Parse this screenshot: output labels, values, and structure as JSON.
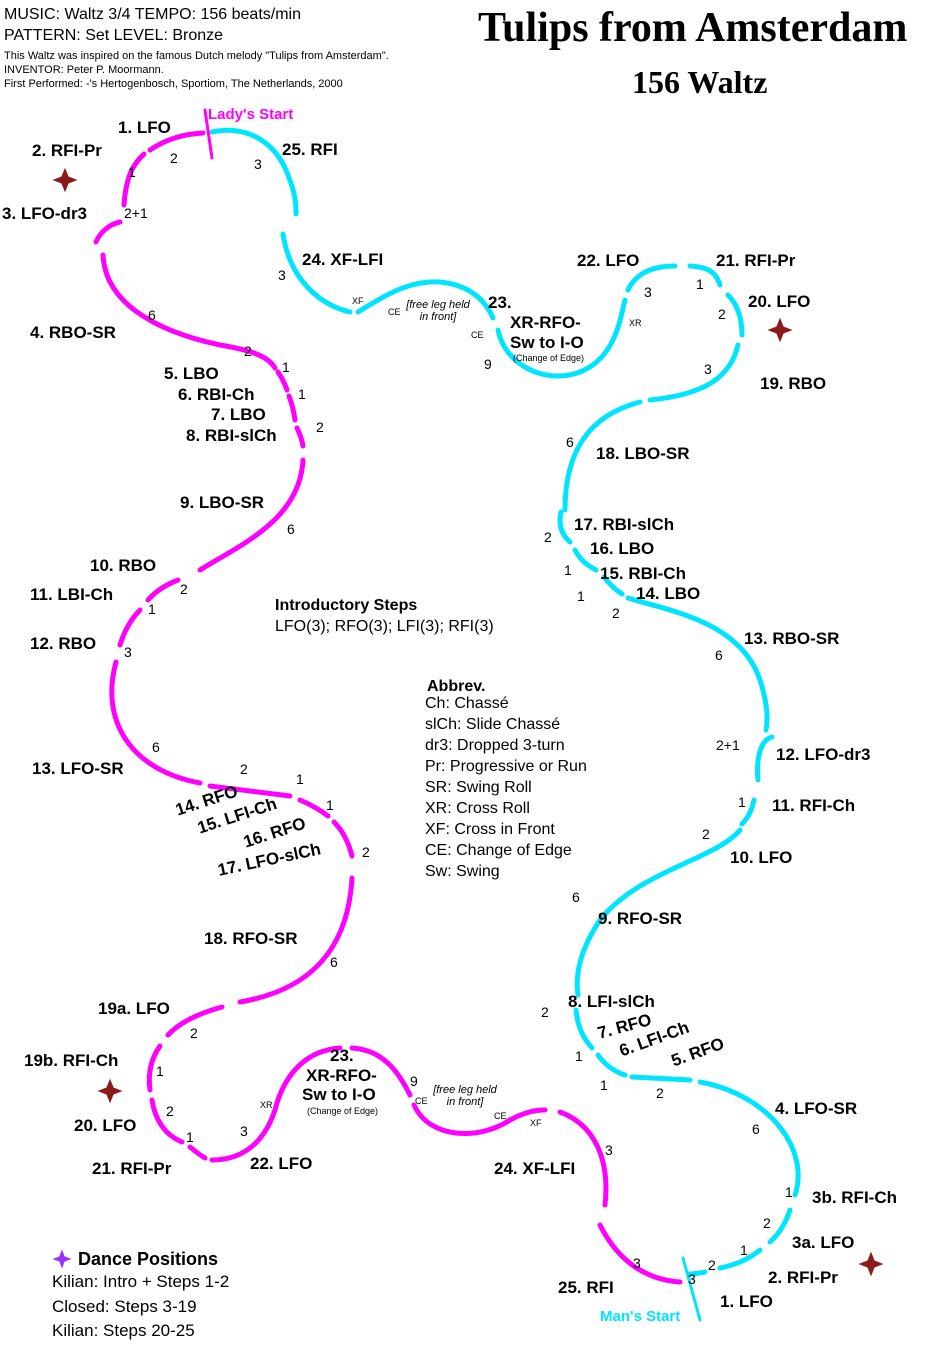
{
  "header": {
    "line1": "MUSIC: Waltz 3/4    TEMPO: 156 beats/min",
    "line2": "PATTERN: Set    LEVEL: Bronze",
    "line3": "This Waltz was inspired on the famous Dutch melody \"Tulips from Amsterdam\".",
    "line4": "INVENTOR: Peter P. Moormann.",
    "line5": "First Performed: -'s Hertogenbosch, Sportiom, The Netherlands, 2000"
  },
  "title": {
    "main": "Tulips from Amsterdam",
    "sub": "156 Waltz"
  },
  "starts": {
    "lady": "Lady's Start",
    "man": "Man's Start"
  },
  "colors": {
    "lady": "#ff00ff",
    "man": "#00e5ff",
    "star": "#8b1a1a"
  },
  "lady_steps": [
    "1. LFO",
    "2. RFI-Pr",
    "3. LFO-dr3",
    "4. RBO-SR",
    "5. LBO",
    "6. RBI-Ch",
    "7. LBO",
    "8. RBI-slCh",
    "9. LBO-SR",
    "10. RBO",
    "11. LBI-Ch",
    "12. RBO",
    "13. LFO-SR",
    "14. RFO",
    "15. LFI-Ch",
    "16. RFO",
    "17. LFO-slCh",
    "18. RFO-SR",
    "19a. LFO",
    "19b. RFI-Ch",
    "20. LFO",
    "21. RFI-Pr",
    "22. LFO",
    "24. XF-LFI",
    "25. RFI",
    "23.",
    "XR-RFO-",
    "Sw to I-O",
    "(Change of Edge)"
  ],
  "man_steps": [
    "25. RFI",
    "24. XF-LFI",
    "22. LFO",
    "21. RFI-Pr",
    "20. LFO",
    "19. RBO",
    "18. LBO-SR",
    "17. RBI-slCh",
    "16. LBO",
    "15. RBI-Ch",
    "14. LBO",
    "13. RBO-SR",
    "12. LFO-dr3",
    "11. RFI-Ch",
    "10. LFO",
    "9. RFO-SR",
    "8. LFI-slCh",
    "7. RFO",
    "6. LFI-Ch",
    "5. RFO",
    "4. LFO-SR",
    "3b. RFI-Ch",
    "3a. LFO",
    "2. RFI-Pr",
    "1. LFO",
    "23.",
    "XR-RFO-",
    "Sw to I-O",
    "(Change of Edge)"
  ],
  "beat_counts": {
    "lady": [
      "2",
      "1",
      "2+1",
      "6",
      "2",
      "1",
      "1",
      "2",
      "6",
      "2",
      "1",
      "3",
      "6",
      "2",
      "1",
      "1",
      "2",
      "6",
      "2",
      "1",
      "2",
      "1",
      "3",
      "9",
      "3",
      "3"
    ],
    "man": [
      "3",
      "3",
      "3",
      "1",
      "2",
      "3",
      "9",
      "6",
      "2",
      "1",
      "1",
      "2",
      "6",
      "2+1",
      "1",
      "2",
      "6",
      "2",
      "1",
      "1",
      "2",
      "6",
      "1",
      "2",
      "1",
      "2",
      "3"
    ]
  },
  "edge_marks": {
    "lady": [
      "XR",
      "CE",
      "CE",
      "XF"
    ],
    "man": [
      "XF",
      "CE",
      "CE",
      "XR"
    ]
  },
  "free_leg_note": "[free leg held in front]",
  "intro": {
    "heading": "Introductory Steps",
    "text": "LFO(3); RFO(3); LFI(3); RFI(3)"
  },
  "abbrev": {
    "heading": "Abbrev.",
    "items": [
      "Ch: Chassé",
      "slCh: Slide Chassé",
      "dr3: Dropped 3-turn",
      "Pr: Progressive or Run",
      "SR: Swing Roll",
      "XR: Cross Roll",
      "XF: Cross in Front",
      "CE: Change of Edge",
      "Sw: Swing"
    ]
  },
  "dance_positions": {
    "heading": "Dance Positions",
    "items": [
      "Kilian: Intro + Steps 1-2",
      "Closed: Steps 3-19",
      "Kilian: Steps 20-25"
    ]
  }
}
